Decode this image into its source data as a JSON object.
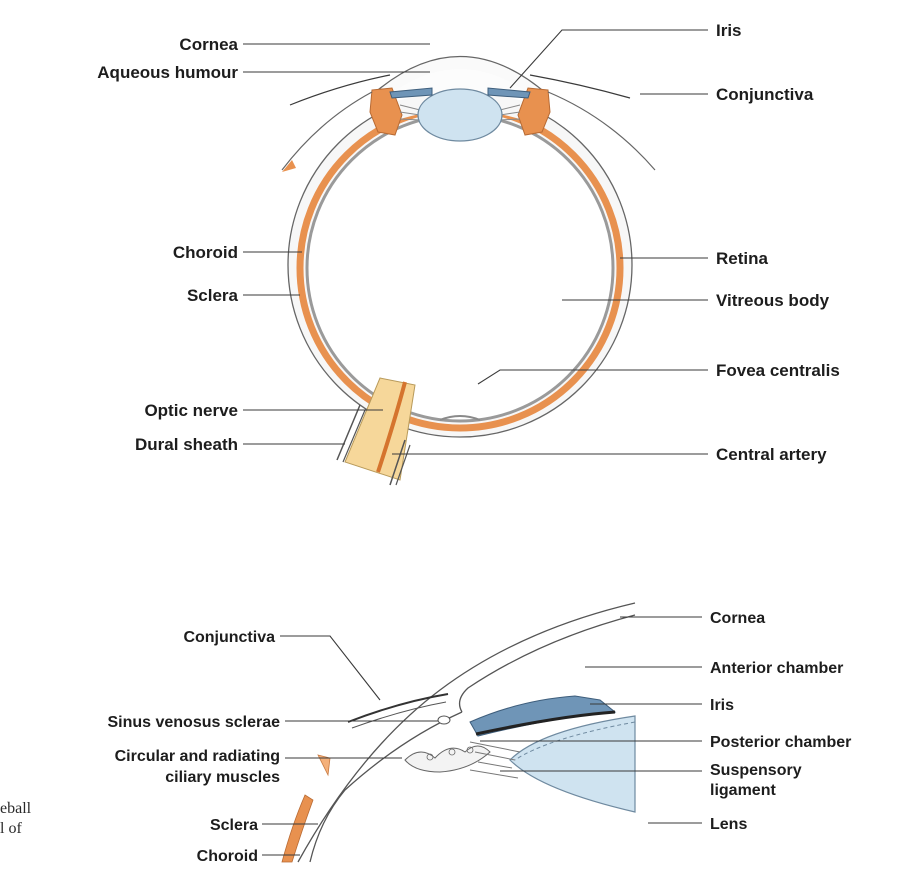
{
  "colors": {
    "sclera": "#f7f7f7",
    "choroid": "#e8914f",
    "choroid_light": "#f4b07a",
    "lens": "#cfe3f0",
    "iris": "#6f95b7",
    "nerve": "#f6d79a",
    "outline": "#555555",
    "label_line": "#3a3a3a"
  },
  "top_diagram": {
    "labels_left": [
      "Cornea",
      "Aqueous humour",
      "Choroid",
      "Sclera",
      "Optic nerve",
      "Dural sheath"
    ],
    "labels_right": [
      "Iris",
      "Conjunctiva",
      "Retina",
      "Vitreous body",
      "Fovea centralis",
      "Central artery"
    ]
  },
  "bottom_diagram": {
    "labels_left": [
      "Conjunctiva",
      "Sinus venosus sclerae",
      "Circular and radiating",
      "ciliary muscles",
      "Sclera",
      "Choroid"
    ],
    "labels_right": [
      "Cornea",
      "Anterior chamber",
      "Iris",
      "Posterior chamber",
      "Suspensory",
      "ligament",
      "Lens"
    ]
  },
  "caption_fragments": [
    "eball",
    "l of"
  ]
}
